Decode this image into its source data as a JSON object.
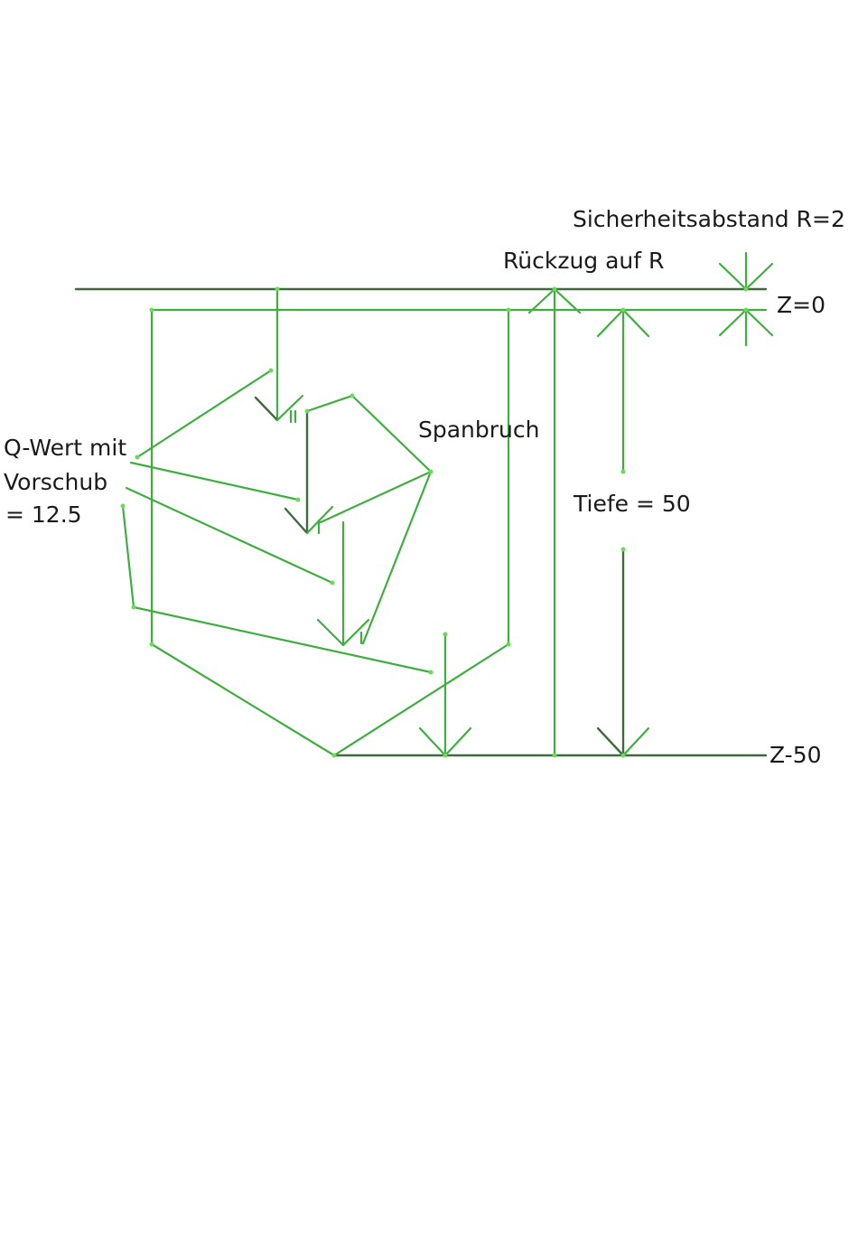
{
  "labels": {
    "safety_distance": "Sicherheitsabstand R=2",
    "retract": "Rückzug auf R",
    "z_zero": "Z=0",
    "chip_break": "Spanbruch",
    "depth": "Tiefe = 50",
    "z_end": "Z-50",
    "q_line1": "Q-Wert mit",
    "q_line2": "Vorschub",
    "q_line3": "= 12.5"
  },
  "colors": {
    "line_green": "#3fae3f",
    "line_dark": "#3f6a3f",
    "node": "#66dd55",
    "text": "#1a1a1a"
  }
}
